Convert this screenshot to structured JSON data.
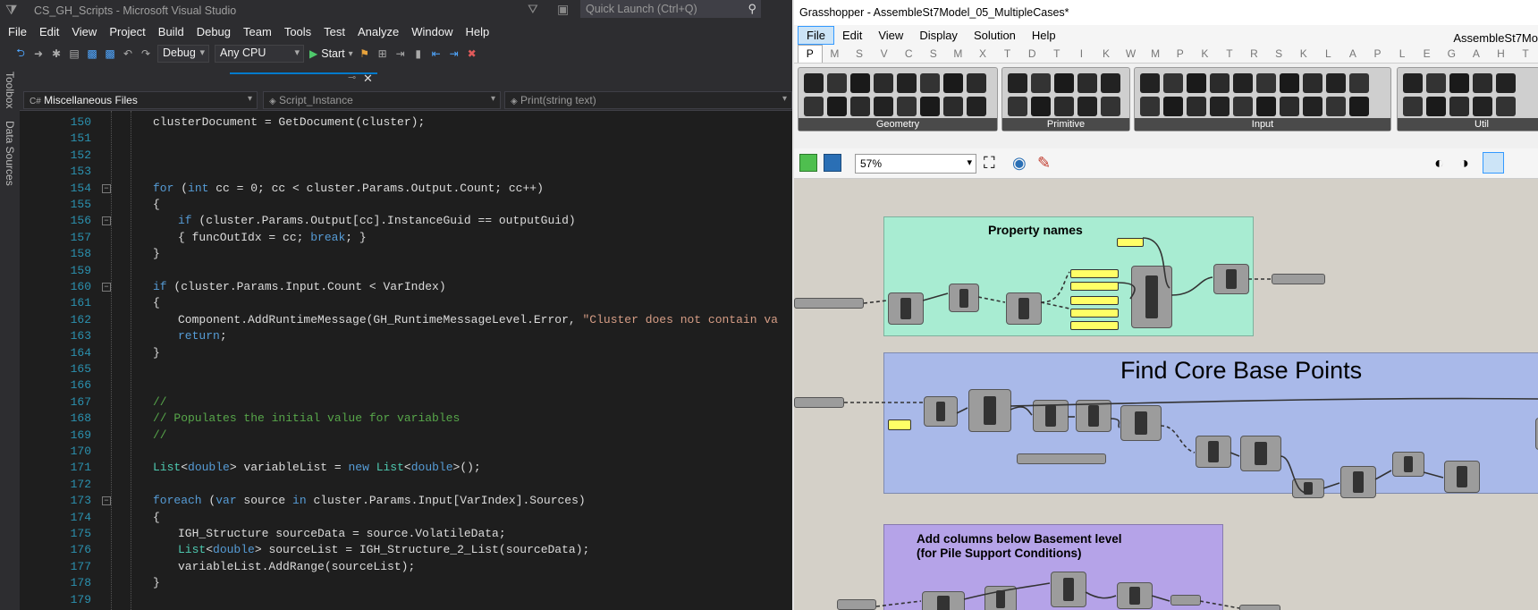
{
  "vs": {
    "title": "CS_GH_Scripts - Microsoft Visual Studio",
    "quick_launch_placeholder": "Quick Launch (Ctrl+Q)",
    "menu": [
      "File",
      "Edit",
      "View",
      "Project",
      "Build",
      "Debug",
      "Team",
      "Tools",
      "Test",
      "Analyze",
      "Window",
      "Help"
    ],
    "toolbar": {
      "config": "Debug",
      "platform": "Any CPU",
      "start_label": "Start"
    },
    "side_panels": [
      "Toolbox",
      "Data Sources"
    ],
    "nav": {
      "project": "Miscellaneous Files",
      "class": "Script_Instance",
      "member": "Print(string text)"
    },
    "code_lines": [
      {
        "n": "150",
        "html": "clusterDocument = GetDocument(cluster);",
        "indent": 0,
        "fold": false
      },
      {
        "n": "151",
        "html": "",
        "indent": 0,
        "fold": false
      },
      {
        "n": "152",
        "html": "",
        "indent": 0,
        "fold": false
      },
      {
        "n": "153",
        "html": "",
        "indent": 0,
        "fold": false
      },
      {
        "n": "154",
        "html": "<span class='kw'>for</span> (<span class='kw'>int</span> cc = 0; cc &lt; cluster.Params.Output.Count; cc++)",
        "indent": 0,
        "fold": true
      },
      {
        "n": "155",
        "html": "{",
        "indent": 0,
        "fold": false
      },
      {
        "n": "156",
        "html": "<span class='kw'>if</span> (cluster.Params.Output[cc].InstanceGuid == outputGuid)",
        "indent": 1,
        "fold": true
      },
      {
        "n": "157",
        "html": "{ funcOutIdx = cc; <span class='kw'>break</span>; }",
        "indent": 1,
        "fold": false
      },
      {
        "n": "158",
        "html": "}",
        "indent": 0,
        "fold": false
      },
      {
        "n": "159",
        "html": "",
        "indent": 0,
        "fold": false
      },
      {
        "n": "160",
        "html": "<span class='kw'>if</span> (cluster.Params.Input.Count &lt; VarIndex)",
        "indent": 0,
        "fold": true
      },
      {
        "n": "161",
        "html": "{",
        "indent": 0,
        "fold": false
      },
      {
        "n": "162",
        "html": "Component.AddRuntimeMessage(GH_RuntimeMessageLevel.Error, <span class='st'>\"Cluster does not contain va</span>",
        "indent": 1,
        "fold": false
      },
      {
        "n": "163",
        "html": "<span class='kw'>return</span>;",
        "indent": 1,
        "fold": false
      },
      {
        "n": "164",
        "html": "}",
        "indent": 0,
        "fold": false
      },
      {
        "n": "165",
        "html": "",
        "indent": 0,
        "fold": false
      },
      {
        "n": "166",
        "html": "",
        "indent": 0,
        "fold": false
      },
      {
        "n": "167",
        "html": "<span class='cm'>//</span>",
        "indent": 0,
        "fold": false
      },
      {
        "n": "168",
        "html": "<span class='cm'>// Populates the initial value for variables</span>",
        "indent": 0,
        "fold": false
      },
      {
        "n": "169",
        "html": "<span class='cm'>//</span>",
        "indent": 0,
        "fold": false
      },
      {
        "n": "170",
        "html": "",
        "indent": 0,
        "fold": false
      },
      {
        "n": "171",
        "html": "<span class='ty'>List</span>&lt;<span class='kw'>double</span>&gt; variableList = <span class='kw'>new</span> <span class='ty'>List</span>&lt;<span class='kw'>double</span>&gt;();",
        "indent": 0,
        "fold": false
      },
      {
        "n": "172",
        "html": "",
        "indent": 0,
        "fold": false
      },
      {
        "n": "173",
        "html": "<span class='kw'>foreach</span> (<span class='kw'>var</span> source <span class='kw'>in</span> cluster.Params.Input[VarIndex].Sources)",
        "indent": 0,
        "fold": true
      },
      {
        "n": "174",
        "html": "{",
        "indent": 0,
        "fold": false
      },
      {
        "n": "175",
        "html": "IGH_Structure sourceData = source.VolatileData;",
        "indent": 1,
        "fold": false
      },
      {
        "n": "176",
        "html": "<span class='ty'>List</span>&lt;<span class='kw'>double</span>&gt; sourceList = IGH_Structure_2_List(sourceData);",
        "indent": 1,
        "fold": false
      },
      {
        "n": "177",
        "html": "variableList.AddRange(sourceList);",
        "indent": 1,
        "fold": false
      },
      {
        "n": "178",
        "html": "}",
        "indent": 0,
        "fold": false
      },
      {
        "n": "179",
        "html": "",
        "indent": 0,
        "fold": false
      }
    ]
  },
  "gh": {
    "title": "Grasshopper - AssembleSt7Model_05_MultipleCases*",
    "doc_name": "AssembleSt7Mo",
    "menu": [
      "File",
      "Edit",
      "View",
      "Display",
      "Solution",
      "Help"
    ],
    "categories": [
      "P",
      "M",
      "S",
      "V",
      "C",
      "S",
      "M",
      "X",
      "T",
      "D",
      "T",
      "I",
      "K",
      "W",
      "M",
      "P",
      "K",
      "T",
      "R",
      "S",
      "K",
      "L",
      "A",
      "P",
      "L",
      "E",
      "G",
      "A",
      "H",
      "T"
    ],
    "groups": [
      "Geometry",
      "Primitive",
      "Input",
      "Util"
    ],
    "zoom": "57%",
    "canvas_groups": [
      {
        "title": "Property names",
        "color": "#a8ecd2"
      },
      {
        "title": "Find Core Base Points",
        "color": "#a9b9e9"
      },
      {
        "title": "Add columns below Basement level\n(for Pile Support Conditions)",
        "color": "#b5a3e8"
      }
    ]
  }
}
